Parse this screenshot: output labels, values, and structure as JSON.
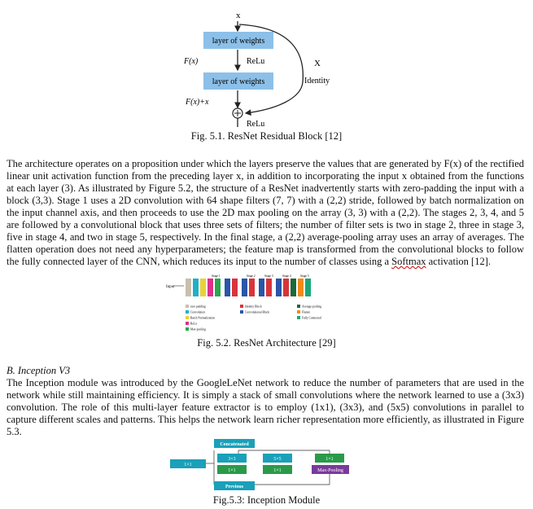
{
  "figure1": {
    "input_label": "x",
    "layer1": "layer of weights",
    "layer2": "layer of weights",
    "fx_label": "F(x)",
    "relu_mid": "ReLu",
    "x_identity": "X",
    "identity_label": "Identity",
    "fxx_label": "F(x)+x",
    "relu_bottom": "ReLu",
    "caption": "Fig. 5.1. ResNet Residual Block [12]"
  },
  "paragraph1": {
    "before": "The architecture operates on a proposition under which the layers preserve the values that are generated by F(x) of the rectified linear unit activation function from the preceding layer x, in addition to incorporating the input x obtained from the functions at each layer (3). As illustrated by Figure 5.2, the structure of a ResNet inadvertently starts with zero-padding the input with a block (3,3). Stage 1 uses a 2D convolution with 64 shape filters (7, 7) with a (2,2) stride, followed by batch normalization on the input channel axis, and then proceeds to use the 2D max pooling on the array (3, 3) with a (2,2). The stages 2, 3, 4, and 5 are followed by a convolutional block that uses three sets of filters; the number of filter sets is two in stage 2, three in stage 3, five in stage 4, and two in stage 5, respectively. In the final stage, a (2,2) average-pooling array uses an array of averages. The flatten operation does not need any hyperparameters; the feature map is transformed from the convolutional blocks to follow the fully connected layer of the CNN, which reduces its input to the number of classes using a ",
    "softmax": "Softmax",
    "after": " activation [12]."
  },
  "figure2": {
    "input_label": "Input",
    "stages": [
      "Stage 1",
      "Stage 2",
      "Stage 3",
      "Stage 4",
      "Stage 5"
    ],
    "legend": [
      {
        "label": "zero padding",
        "color": "#c8bfae"
      },
      {
        "label": "Convolution",
        "color": "#20b0c8"
      },
      {
        "label": "Batch Normalization",
        "color": "#e8d23a"
      },
      {
        "label": "ReLu",
        "color": "#e0308a"
      },
      {
        "label": "Max-pooling",
        "color": "#2aa84a"
      },
      {
        "label": "Identity Block",
        "color": "#d8343a"
      },
      {
        "label": "Convolutional Block",
        "color": "#2a55a8"
      },
      {
        "label": "Average-pooling",
        "color": "#1a6a3a"
      },
      {
        "label": "Flatten",
        "color": "#f08a1a"
      },
      {
        "label": "Fully Connected",
        "color": "#18a878"
      }
    ],
    "caption": "Fig. 5.2. ResNet Architecture [29]"
  },
  "section_b": {
    "heading": "B.   Inception V3",
    "paragraph": "The Inception module was introduced by the GoogleLeNet network to reduce the number of parameters that are used in the network while still maintaining efficiency. It is simply a stack of small convolutions where the network learned to use a (3x3) convolution. The role of this multi-layer feature extractor is to employ (1x1), (3x3), and (5x5) convolutions in parallel to capture different scales and patterns. This helps the network learn richer representation more efficiently, as illustrated in Figure 5.3."
  },
  "figure3": {
    "concat": "Concatenated",
    "c33": "3×3",
    "c55": "5×5",
    "c11_top": "1×1",
    "left11": "1×1",
    "mid11a": "1×1",
    "mid11b": "1×1",
    "maxpool": "Max-Pooling",
    "previous": "Previous",
    "caption": "Fig.5.3: Inception Module"
  }
}
